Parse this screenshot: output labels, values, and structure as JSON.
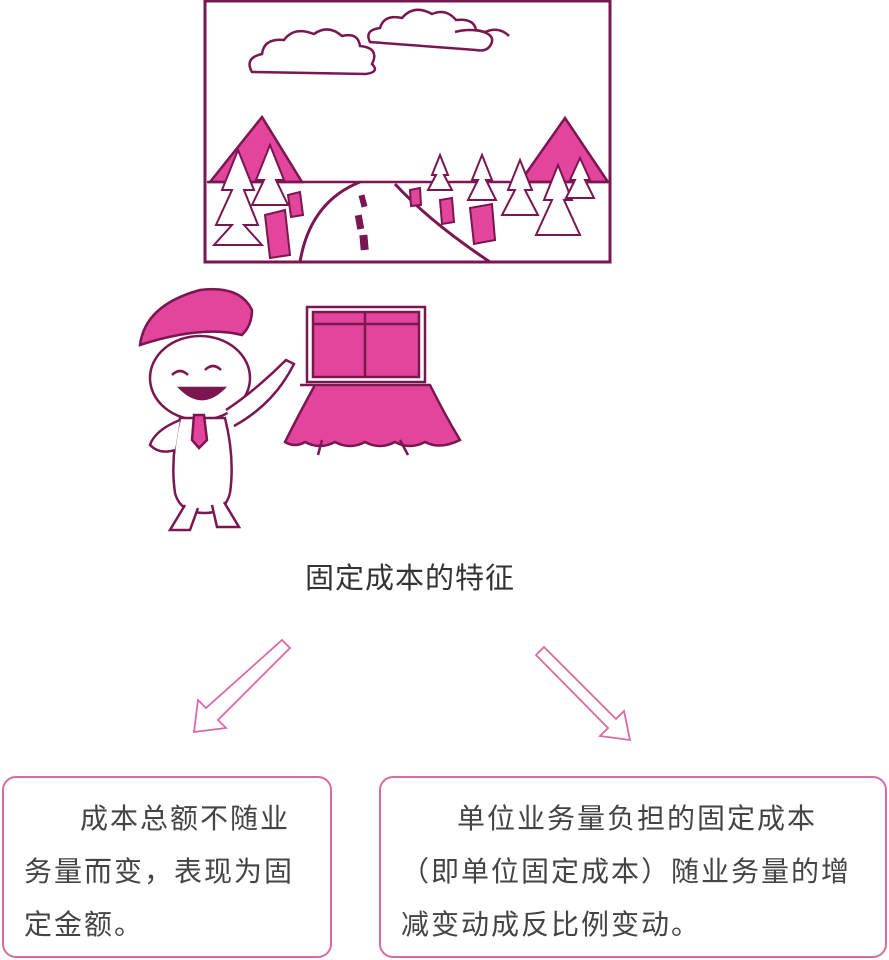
{
  "title": "固定成本的特征",
  "left_box": {
    "text": "成本总额不随业务量而变，表现为固定金额。"
  },
  "right_box": {
    "text": "单位业务量负担的固定成本（即单位固定成本）随业务量的增减变动成反比例变动。"
  },
  "colors": {
    "outline": "#7a1650",
    "fill": "#e3449c",
    "arrow": "#d96aa8"
  }
}
